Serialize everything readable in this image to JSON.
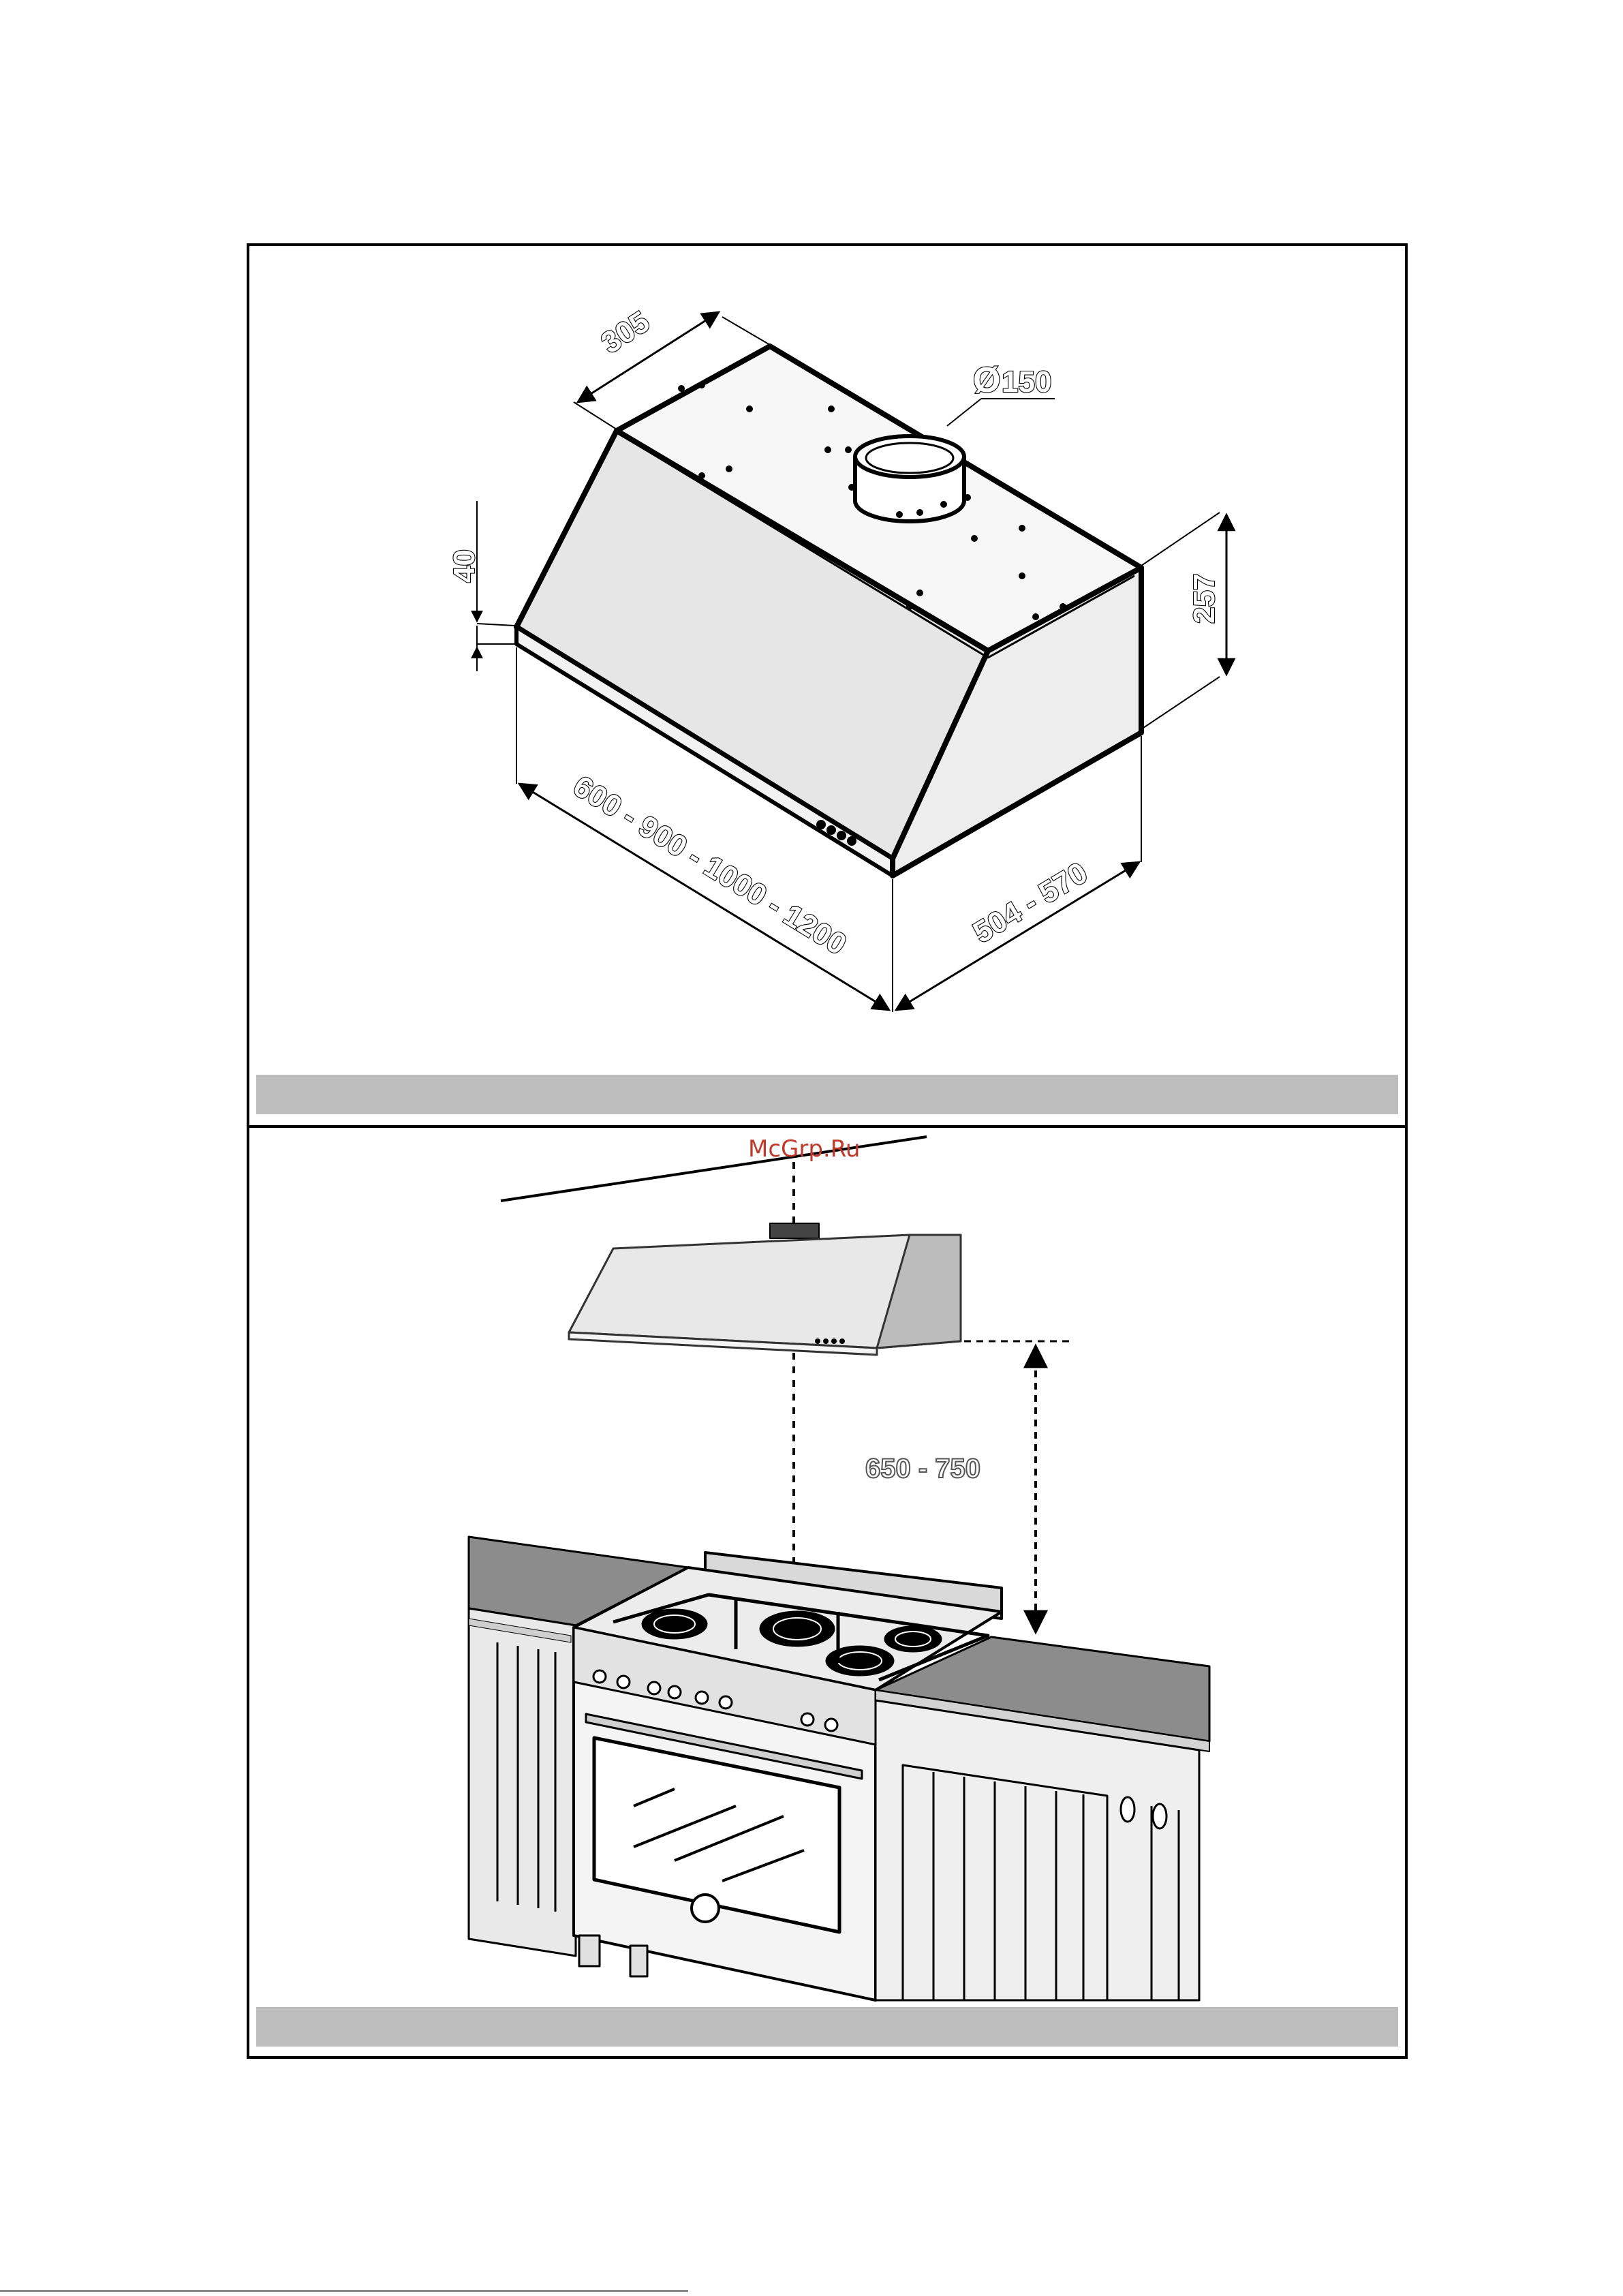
{
  "figure_top": {
    "dimensions": {
      "depth_top": "305",
      "duct_diameter": "150",
      "diameter_symbol": "Ø",
      "front_lip": "40",
      "height": "257",
      "width": "600 - 900 - 1000 - 1200",
      "depth_bottom": "504 - 570"
    }
  },
  "figure_bottom": {
    "watermark": "McGrp.Ru",
    "mounting_height": "650 - 750"
  },
  "colors": {
    "hood_face": "#e6e6e6",
    "hood_side": "#ededed",
    "countertop": "#8c8c8c",
    "caption_bar": "#bdbdbd",
    "watermark": "#c0392b"
  }
}
